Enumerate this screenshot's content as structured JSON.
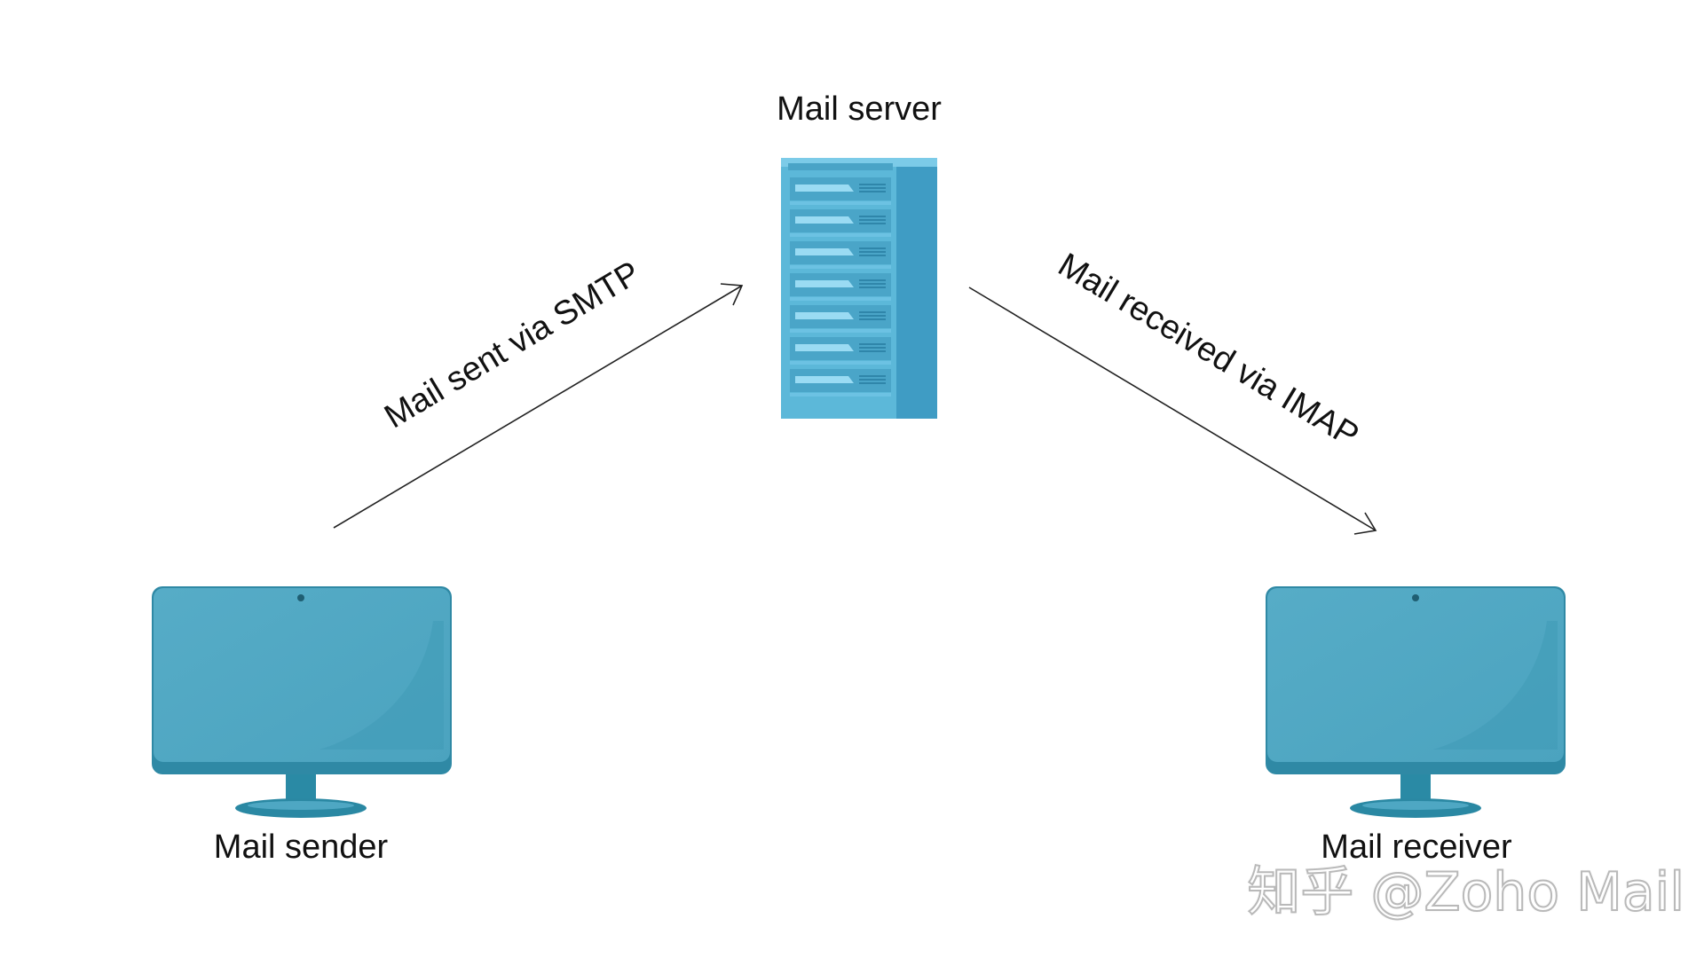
{
  "nodes": {
    "server": {
      "label": "Mail server",
      "icon": "server-rack-icon"
    },
    "sender": {
      "label": "Mail sender",
      "icon": "monitor-icon"
    },
    "receiver": {
      "label": "Mail receiver",
      "icon": "monitor-icon"
    }
  },
  "edges": {
    "send": {
      "from": "sender",
      "to": "server",
      "label": "Mail sent via SMTP"
    },
    "receive": {
      "from": "server",
      "to": "receiver",
      "label": "Mail received via IMAP"
    }
  },
  "watermark": "知乎 @Zoho Mail",
  "colors": {
    "monitor_screen": "#4ea7c3",
    "monitor_frame": "#2f8aa6",
    "monitor_stand": "#2a7f99",
    "server_body": "#5bb7d8",
    "server_side": "#3f9cc2",
    "server_slot": "#8fd3ee",
    "arrow": "#222222"
  }
}
